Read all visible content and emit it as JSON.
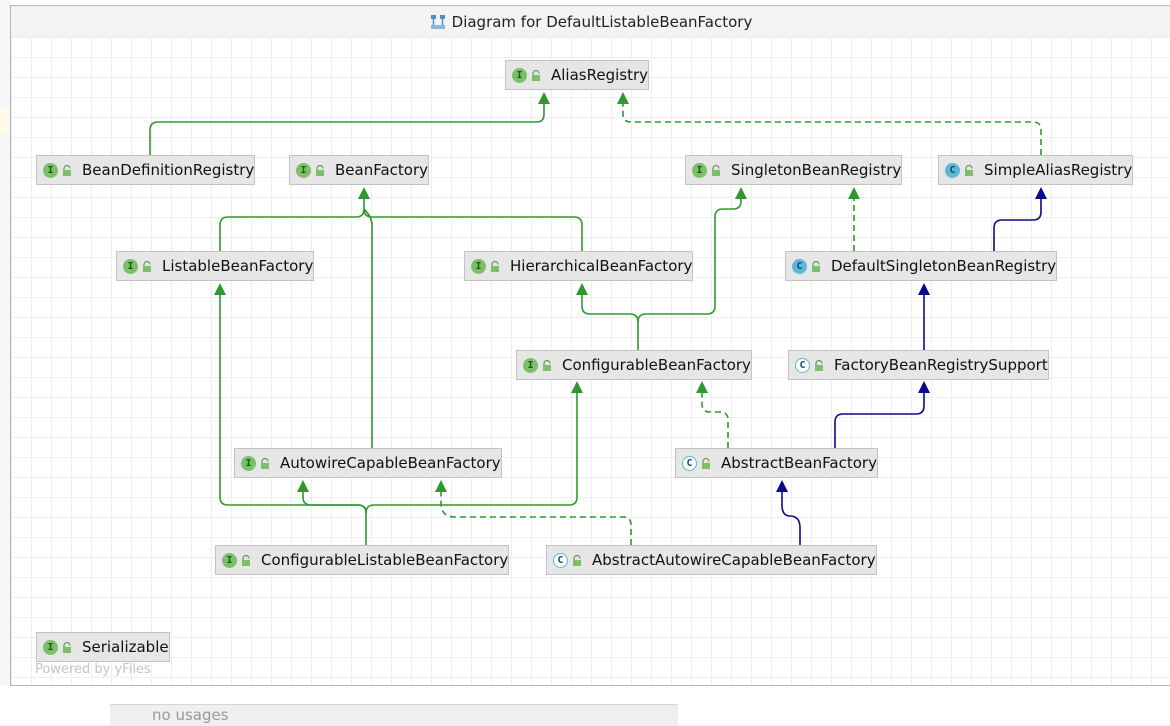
{
  "window": {
    "title": "Diagram for DefaultListableBeanFactory"
  },
  "footer": {
    "powered_by": "Powered by yFiles",
    "usages_text": "no usages"
  },
  "colors": {
    "realization": "#2e9a2e",
    "inheritance": "#0a0a8c",
    "node_fill": "#e6e6e6"
  },
  "nodes": [
    {
      "id": "AliasRegistry",
      "label": "AliasRegistry",
      "kind": "interface"
    },
    {
      "id": "BeanDefinitionRegistry",
      "label": "BeanDefinitionRegistry",
      "kind": "interface"
    },
    {
      "id": "BeanFactory",
      "label": "BeanFactory",
      "kind": "interface"
    },
    {
      "id": "SingletonBeanRegistry",
      "label": "SingletonBeanRegistry",
      "kind": "interface"
    },
    {
      "id": "SimpleAliasRegistry",
      "label": "SimpleAliasRegistry",
      "kind": "class"
    },
    {
      "id": "ListableBeanFactory",
      "label": "ListableBeanFactory",
      "kind": "interface"
    },
    {
      "id": "HierarchicalBeanFactory",
      "label": "HierarchicalBeanFactory",
      "kind": "interface"
    },
    {
      "id": "DefaultSingletonBeanRegistry",
      "label": "DefaultSingletonBeanRegistry",
      "kind": "class"
    },
    {
      "id": "ConfigurableBeanFactory",
      "label": "ConfigurableBeanFactory",
      "kind": "interface"
    },
    {
      "id": "FactoryBeanRegistrySupport",
      "label": "FactoryBeanRegistrySupport",
      "kind": "abstract"
    },
    {
      "id": "AutowireCapableBeanFactory",
      "label": "AutowireCapableBeanFactory",
      "kind": "interface"
    },
    {
      "id": "AbstractBeanFactory",
      "label": "AbstractBeanFactory",
      "kind": "abstract"
    },
    {
      "id": "ConfigurableListableBeanFactory",
      "label": "ConfigurableListableBeanFactory",
      "kind": "interface"
    },
    {
      "id": "AbstractAutowireCapableBeanFactory",
      "label": "AbstractAutowireCapableBeanFactory",
      "kind": "abstract"
    },
    {
      "id": "Serializable",
      "label": "Serializable",
      "kind": "interface"
    }
  ],
  "edges": [
    {
      "from": "BeanDefinitionRegistry",
      "to": "AliasRegistry",
      "style": "extends"
    },
    {
      "from": "SimpleAliasRegistry",
      "to": "AliasRegistry",
      "style": "implements"
    },
    {
      "from": "ListableBeanFactory",
      "to": "BeanFactory",
      "style": "extends"
    },
    {
      "from": "HierarchicalBeanFactory",
      "to": "BeanFactory",
      "style": "extends"
    },
    {
      "from": "AutowireCapableBeanFactory",
      "to": "BeanFactory",
      "style": "extends"
    },
    {
      "from": "DefaultSingletonBeanRegistry",
      "to": "SingletonBeanRegistry",
      "style": "implements"
    },
    {
      "from": "DefaultSingletonBeanRegistry",
      "to": "SimpleAliasRegistry",
      "style": "class-extends"
    },
    {
      "from": "ConfigurableBeanFactory",
      "to": "HierarchicalBeanFactory",
      "style": "extends"
    },
    {
      "from": "ConfigurableBeanFactory",
      "to": "SingletonBeanRegistry",
      "style": "extends"
    },
    {
      "from": "FactoryBeanRegistrySupport",
      "to": "DefaultSingletonBeanRegistry",
      "style": "class-extends"
    },
    {
      "from": "AbstractBeanFactory",
      "to": "ConfigurableBeanFactory",
      "style": "implements"
    },
    {
      "from": "AbstractBeanFactory",
      "to": "FactoryBeanRegistrySupport",
      "style": "class-extends"
    },
    {
      "from": "ConfigurableListableBeanFactory",
      "to": "ListableBeanFactory",
      "style": "extends"
    },
    {
      "from": "ConfigurableListableBeanFactory",
      "to": "AutowireCapableBeanFactory",
      "style": "extends"
    },
    {
      "from": "ConfigurableListableBeanFactory",
      "to": "ConfigurableBeanFactory",
      "style": "extends"
    },
    {
      "from": "AbstractAutowireCapableBeanFactory",
      "to": "AutowireCapableBeanFactory",
      "style": "implements"
    },
    {
      "from": "AbstractAutowireCapableBeanFactory",
      "to": "AbstractBeanFactory",
      "style": "class-extends"
    }
  ]
}
